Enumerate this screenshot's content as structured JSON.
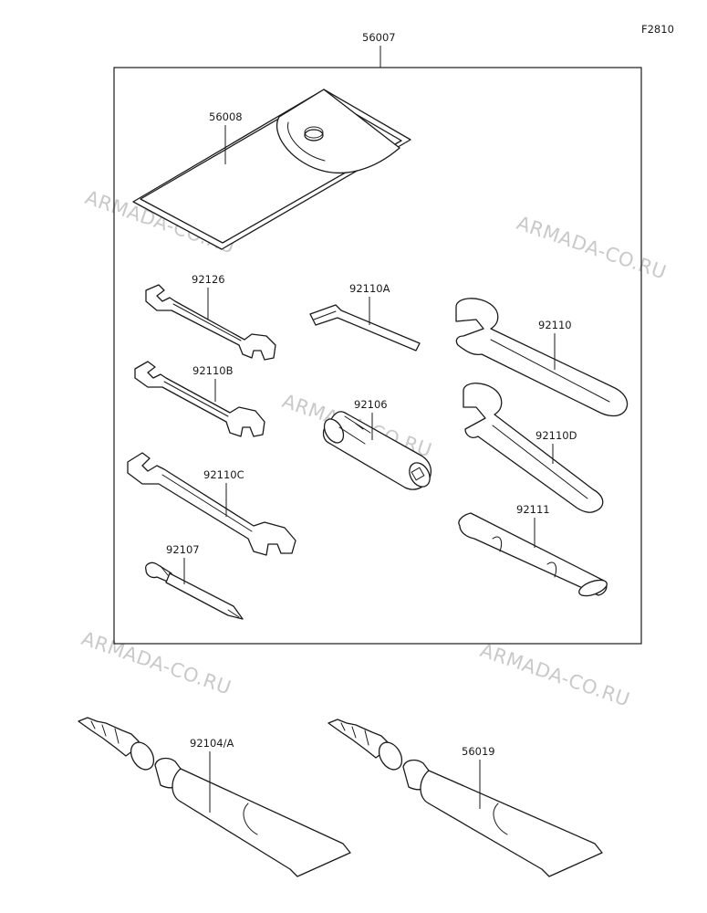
{
  "figure_code": "F2810",
  "watermark": "ARMADA-CO.RU",
  "parts": {
    "kit": "56007",
    "pouch": "56008",
    "wrench_a": "92126",
    "allen_key": "92110A",
    "spanner_large": "92110",
    "wrench_b": "92110B",
    "socket": "92106",
    "spanner_d": "92110D",
    "wrench_c": "92110C",
    "handle": "92111",
    "screwdriver": "92107",
    "grease_tube": "92104/A",
    "sealant_tube": "56019"
  }
}
